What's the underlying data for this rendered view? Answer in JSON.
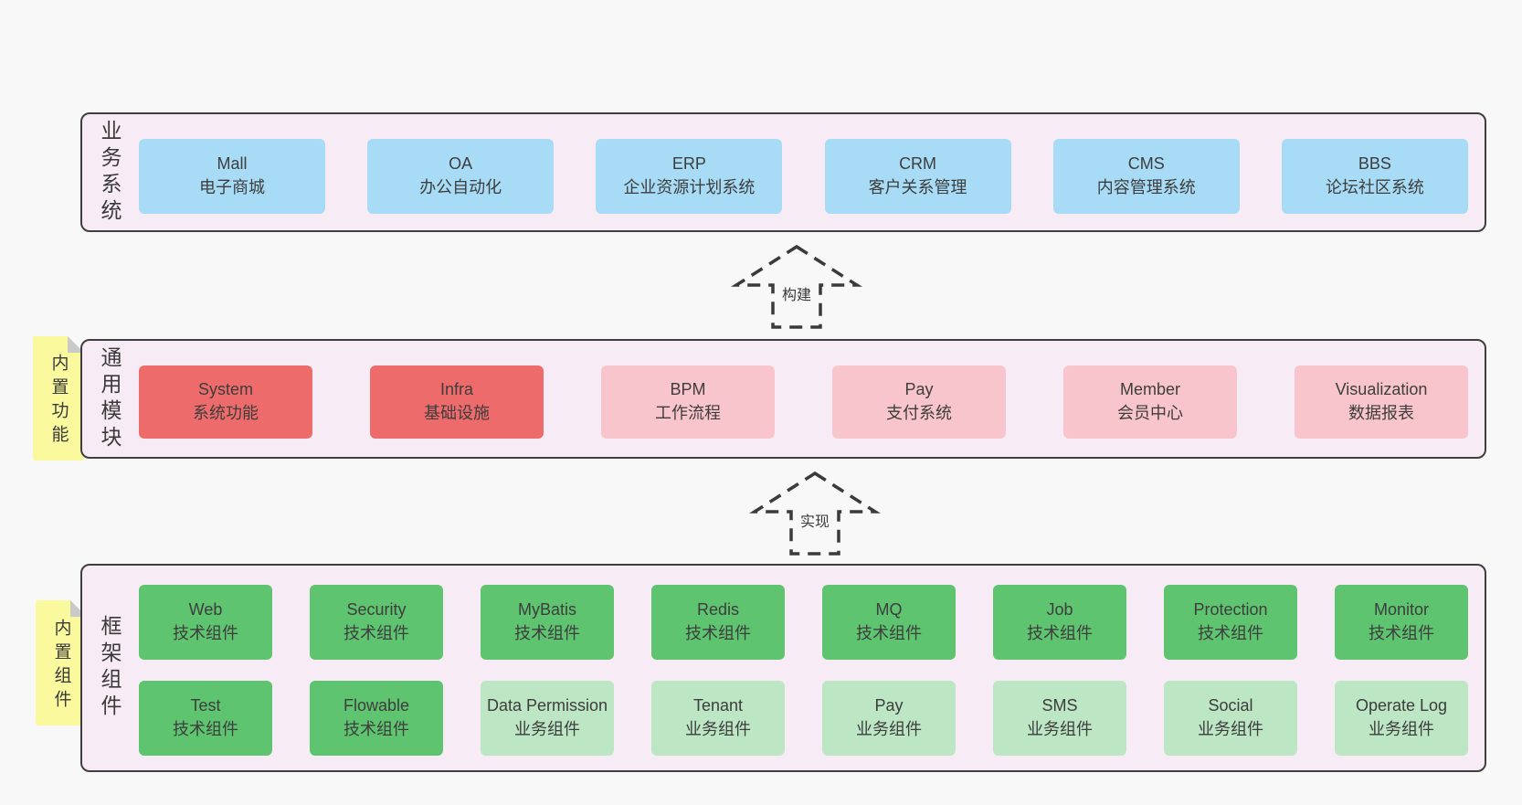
{
  "colors": {
    "page_bg": "#f8f8f8",
    "panel_bg": "#f7ecf5",
    "panel_border": "#3f3f3f",
    "box_blue": "#a8dcf6",
    "box_red": "#ee6b6b",
    "box_pink": "#f9c5cd",
    "box_green": "#5fc470",
    "box_light_green": "#bce6c4",
    "sticky_yellow": "#fbf99e",
    "sticky_fold": "#c9c9c9",
    "text": "#3d3d3d"
  },
  "arrows": {
    "build": "构建",
    "implement": "实现"
  },
  "sections": {
    "business": {
      "label": "业务系统",
      "boxes": [
        {
          "name": "Mall",
          "desc": "电子商城",
          "type": "blue"
        },
        {
          "name": "OA",
          "desc": "办公自动化",
          "type": "blue"
        },
        {
          "name": "ERP",
          "desc": "企业资源计划系统",
          "type": "blue"
        },
        {
          "name": "CRM",
          "desc": "客户关系管理",
          "type": "blue"
        },
        {
          "name": "CMS",
          "desc": "内容管理系统",
          "type": "blue"
        },
        {
          "name": "BBS",
          "desc": "论坛社区系统",
          "type": "blue"
        }
      ]
    },
    "modules": {
      "label": "通用模块",
      "sticky": "内置功能",
      "boxes": [
        {
          "name": "System",
          "desc": "系统功能",
          "type": "red"
        },
        {
          "name": "Infra",
          "desc": "基础设施",
          "type": "red"
        },
        {
          "name": "BPM",
          "desc": "工作流程",
          "type": "pink"
        },
        {
          "name": "Pay",
          "desc": "支付系统",
          "type": "pink"
        },
        {
          "name": "Member",
          "desc": "会员中心",
          "type": "pink"
        },
        {
          "name": "Visualization",
          "desc": "数据报表",
          "type": "pink"
        }
      ]
    },
    "components": {
      "label": "框架组件",
      "sticky": "内置组件",
      "rows": [
        [
          {
            "name": "Web",
            "desc": "技术组件",
            "type": "green"
          },
          {
            "name": "Security",
            "desc": "技术组件",
            "type": "green"
          },
          {
            "name": "MyBatis",
            "desc": "技术组件",
            "type": "green"
          },
          {
            "name": "Redis",
            "desc": "技术组件",
            "type": "green"
          },
          {
            "name": "MQ",
            "desc": "技术组件",
            "type": "green"
          },
          {
            "name": "Job",
            "desc": "技术组件",
            "type": "green"
          },
          {
            "name": "Protection",
            "desc": "技术组件",
            "type": "green"
          },
          {
            "name": "Monitor",
            "desc": "技术组件",
            "type": "green"
          }
        ],
        [
          {
            "name": "Test",
            "desc": "技术组件",
            "type": "green"
          },
          {
            "name": "Flowable",
            "desc": "技术组件",
            "type": "green"
          },
          {
            "name": "Data Permission",
            "desc": "业务组件",
            "type": "light-green"
          },
          {
            "name": "Tenant",
            "desc": "业务组件",
            "type": "light-green"
          },
          {
            "name": "Pay",
            "desc": "业务组件",
            "type": "light-green"
          },
          {
            "name": "SMS",
            "desc": "业务组件",
            "type": "light-green"
          },
          {
            "name": "Social",
            "desc": "业务组件",
            "type": "light-green"
          },
          {
            "name": "Operate Log",
            "desc": "业务组件",
            "type": "light-green"
          }
        ]
      ]
    }
  }
}
